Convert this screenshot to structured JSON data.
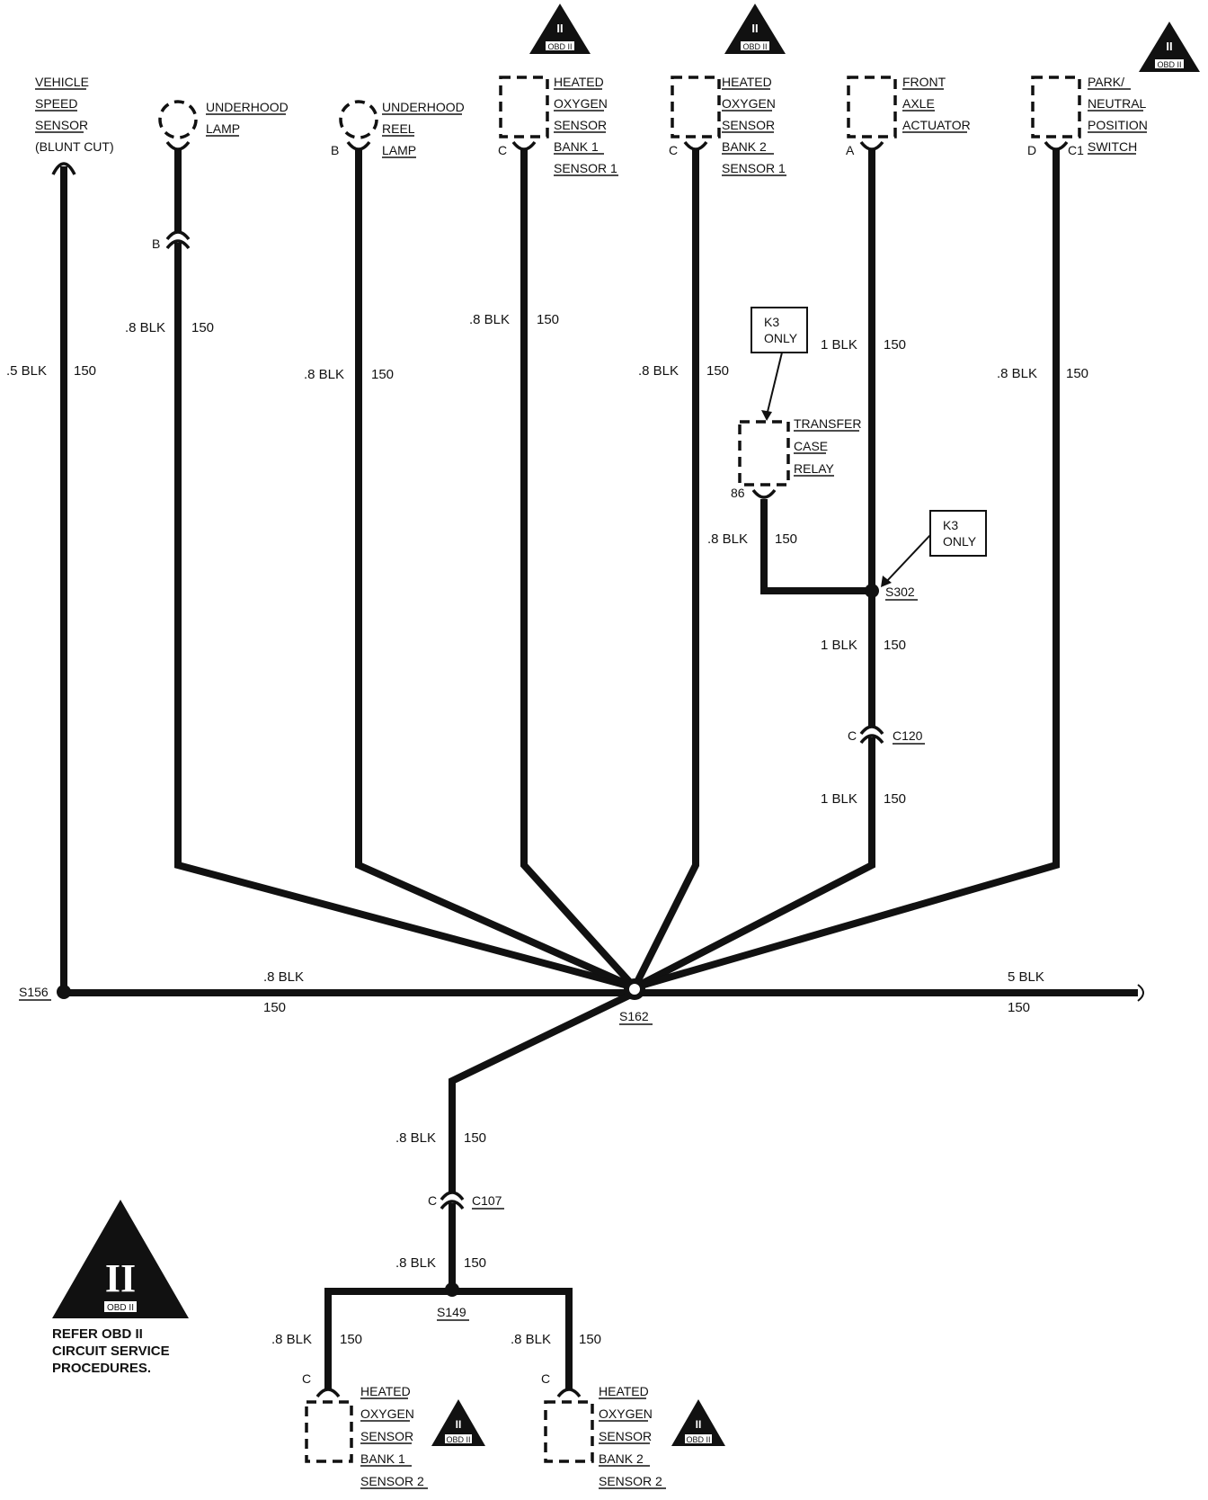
{
  "obd_badge": "OBD II",
  "obd_numeral": "II",
  "wire_circuit": "150",
  "components": {
    "vss": [
      "VEHICLE",
      "SPEED",
      "SENSOR",
      "(BLUNT CUT)"
    ],
    "underhood_lamp": [
      "UNDERHOOD",
      "LAMP"
    ],
    "underhood_reel_lamp": [
      "UNDERHOOD",
      "REEL",
      "LAMP"
    ],
    "ho2s_b1s1": [
      "HEATED",
      "OXYGEN",
      "SENSOR",
      "BANK 1",
      "SENSOR 1"
    ],
    "ho2s_b2s1": [
      "HEATED",
      "OXYGEN",
      "SENSOR",
      "BANK 2",
      "SENSOR 1"
    ],
    "front_axle": [
      "FRONT",
      "AXLE",
      "ACTUATOR"
    ],
    "pnp_switch": [
      "PARK/",
      "NEUTRAL",
      "POSITION",
      "SWITCH"
    ],
    "transfer_case_relay": [
      "TRANSFER",
      "CASE",
      "RELAY"
    ],
    "ho2s_b1s2": [
      "HEATED",
      "OXYGEN",
      "SENSOR",
      "BANK 1",
      "SENSOR 2"
    ],
    "ho2s_b2s2": [
      "HEATED",
      "OXYGEN",
      "SENSOR",
      "BANK 2",
      "SENSOR 2"
    ]
  },
  "pins": {
    "underhood_lamp_inline": "B",
    "reel_lamp": "B",
    "ho2s_b1s1": "C",
    "ho2s_b2s1": "C",
    "front_axle": "A",
    "pnp_left": "D",
    "pnp_right": "C1",
    "relay": "86",
    "c120_pin": "C",
    "c107_pin": "C",
    "ho2s_b1s2": "C",
    "ho2s_b2s2": "C"
  },
  "connectors": {
    "c120": "C120",
    "c107": "C107"
  },
  "splices": {
    "s156": "S156",
    "s162": "S162",
    "s302": "S302",
    "s149": "S149"
  },
  "k3_note": [
    "K3",
    "ONLY"
  ],
  "wires": {
    "vss": ".5 BLK",
    "lamp": ".8 BLK",
    "reel": ".8 BLK",
    "ho2s1": ".8 BLK",
    "ho2s2": ".8 BLK",
    "axle_top": "1 BLK",
    "relay": ".8 BLK",
    "axle_mid": "1 BLK",
    "axle_low": "1 BLK",
    "pnp": ".8 BLK",
    "s156_s162": ".8 BLK",
    "right_out": "5 BLK",
    "to_c107": ".8 BLK",
    "c107_s149": ".8 BLK",
    "b1s2": ".8 BLK",
    "b2s2": ".8 BLK"
  },
  "refer_note": [
    "REFER OBD II",
    "CIRCUIT SERVICE",
    "PROCEDURES."
  ]
}
